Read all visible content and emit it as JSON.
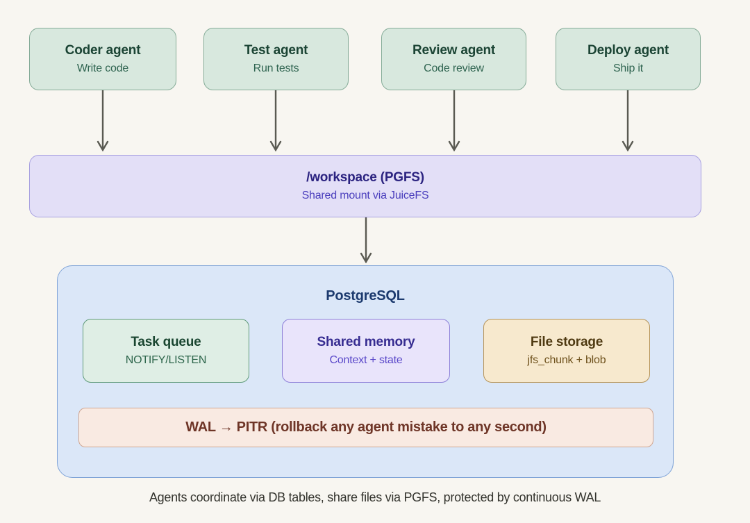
{
  "agents": [
    {
      "title": "Coder agent",
      "subtitle": "Write code"
    },
    {
      "title": "Test agent",
      "subtitle": "Run tests"
    },
    {
      "title": "Review agent",
      "subtitle": "Code review"
    },
    {
      "title": "Deploy agent",
      "subtitle": "Ship it"
    }
  ],
  "workspace": {
    "title": "/workspace (PGFS)",
    "subtitle": "Shared mount via JuiceFS"
  },
  "postgres": {
    "title": "PostgreSQL",
    "components": [
      {
        "title": "Task queue",
        "subtitle": "NOTIFY/LISTEN",
        "theme": "green"
      },
      {
        "title": "Shared memory",
        "subtitle": "Context + state",
        "theme": "purple"
      },
      {
        "title": "File storage",
        "subtitle": "jfs_chunk + blob",
        "theme": "tan"
      }
    ],
    "wal_label": "WAL → PITR (rollback any agent mistake to any second)"
  },
  "caption": "Agents coordinate via DB tables, share files via PGFS, protected by continuous WAL",
  "icons": {
    "flow_arrow": "arrow-down-icon"
  },
  "colors": {
    "background": "#f8f6f1",
    "agent_fill": "#d8e8de",
    "agent_border": "#84ab97",
    "agent_title": "#1b4434",
    "agent_subtitle": "#2f6450",
    "workspace_fill": "#e3dff7",
    "workspace_border": "#a7a0e0",
    "workspace_title": "#2b2380",
    "workspace_subtitle": "#4b3fbd",
    "pg_fill": "#dbe7f8",
    "pg_border": "#7fa3d7",
    "pg_title": "#1c3a6e",
    "green_fill": "#dfeee5",
    "green_border": "#5f9a7a",
    "green_title": "#194530",
    "green_subtitle": "#2d654b",
    "purple_fill": "#e9e4fb",
    "purple_border": "#8d80d8",
    "purple_title": "#362c91",
    "purple_subtitle": "#5a48c9",
    "tan_fill": "#f7e9ce",
    "tan_border": "#b59358",
    "tan_title": "#4f3a12",
    "tan_subtitle": "#6f521d",
    "wal_fill": "#f9eae2",
    "wal_border": "#d0a692",
    "wal_text": "#6e3527",
    "arrow": "#5a5a52",
    "caption": "#34342e"
  }
}
